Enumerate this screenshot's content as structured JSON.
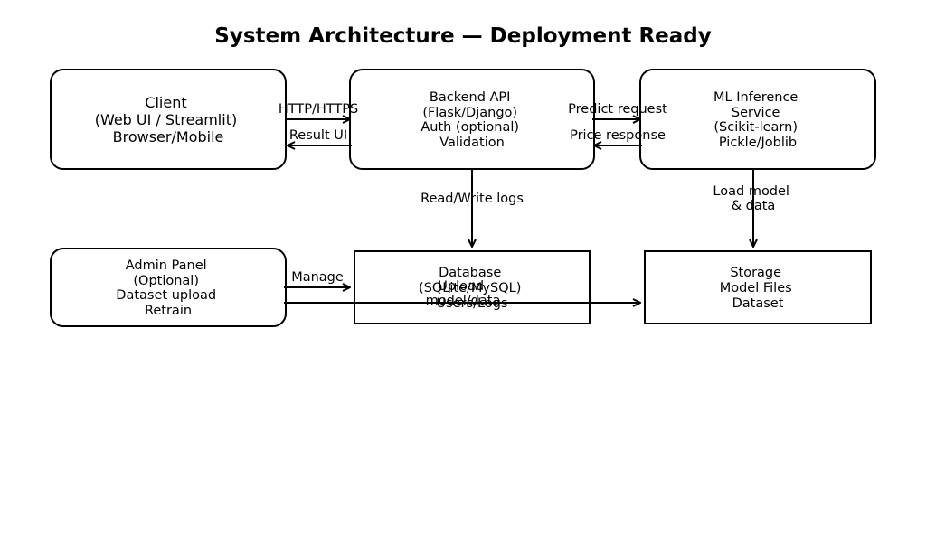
{
  "title": "System Architecture — Deployment Ready",
  "nodes": {
    "client": {
      "lines": [
        "Client",
        "(Web UI / Streamlit)",
        "Browser/Mobile"
      ]
    },
    "backend": {
      "lines": [
        "Backend API",
        "(Flask/Django)",
        "Auth (optional)",
        "Validation"
      ]
    },
    "ml": {
      "lines": [
        "ML Inference",
        "Service",
        "(Scikit-learn)",
        "Pickle/Joblib"
      ]
    },
    "admin": {
      "lines": [
        "Admin Panel",
        "(Optional)",
        "Dataset upload",
        "Retrain"
      ]
    },
    "database": {
      "lines": [
        "Database",
        "(SQLite/MySQL)",
        "Users/Logs"
      ]
    },
    "storage": {
      "lines": [
        "Storage",
        "Model Files",
        "Dataset"
      ]
    }
  },
  "edges": {
    "http": "HTTP/HTTPS",
    "result": "Result UI",
    "predict": "Predict request",
    "price": "Price response",
    "rwlogs": "Read/Write logs",
    "loadmodel": [
      "Load model",
      "& data"
    ],
    "manage": "Manage",
    "upload": [
      "Upload",
      "model/data"
    ]
  }
}
